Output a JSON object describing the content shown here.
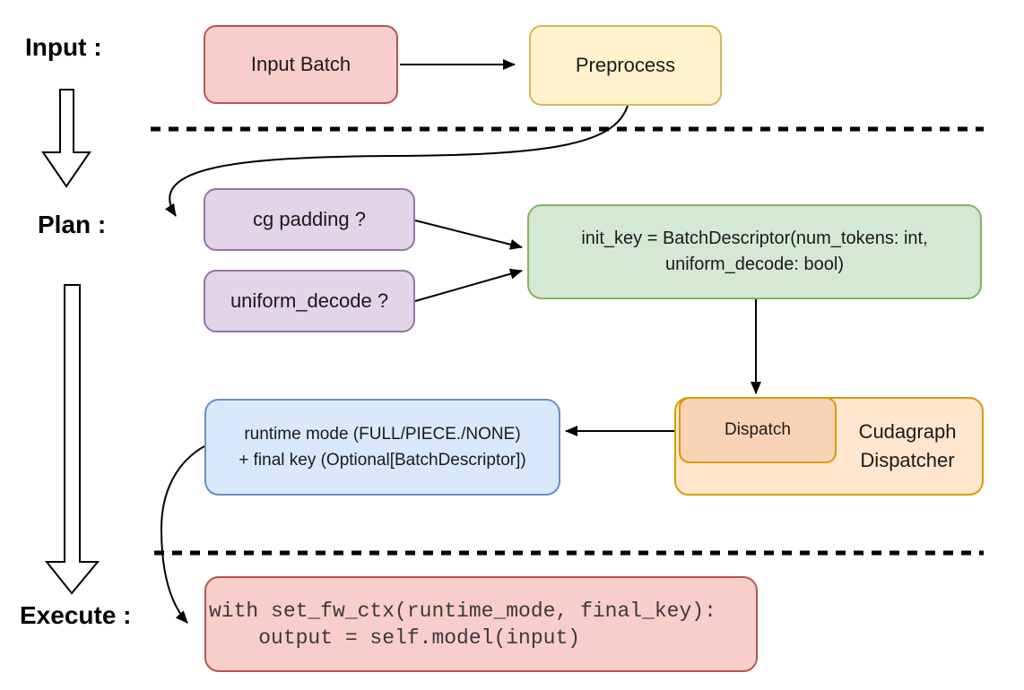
{
  "stage_labels": {
    "input": "Input :",
    "plan": "Plan :",
    "execute": "Execute :"
  },
  "nodes": {
    "input_batch": {
      "label": "Input Batch"
    },
    "preprocess": {
      "label": "Preprocess"
    },
    "cg_padding": {
      "label": "cg padding ?"
    },
    "uniform_decode": {
      "label": "uniform_decode ?"
    },
    "init_key": {
      "line1": "init_key = BatchDescriptor(num_tokens: int,",
      "line2": "uniform_decode: bool)"
    },
    "dispatch": {
      "label": "Dispatch"
    },
    "cudagraph_dispatcher": {
      "line1": "Cudagraph",
      "line2": "Dispatcher"
    },
    "runtime_mode_key": {
      "line1": "runtime mode (FULL/PIECE./NONE)",
      "line2": "+ final key (Optional[BatchDescriptor])"
    },
    "execute_code": {
      "line1": "with set_fw_ctx(runtime_mode, final_key):",
      "line2": "    output = self.model(input)"
    }
  },
  "edges": [
    {
      "from": "input_batch",
      "to": "preprocess"
    },
    {
      "from": "preprocess",
      "to": "cg_padding"
    },
    {
      "from": "cg_padding",
      "to": "init_key"
    },
    {
      "from": "uniform_decode",
      "to": "init_key"
    },
    {
      "from": "init_key",
      "to": "dispatch"
    },
    {
      "from": "dispatch",
      "to": "runtime_mode_key"
    },
    {
      "from": "runtime_mode_key",
      "to": "execute_code"
    }
  ],
  "colors": {
    "red_fill": "#f8cecc",
    "red_stroke": "#b85450",
    "yellow_fill": "#fff2cc",
    "yellow_stroke": "#d6b656",
    "purple_fill": "#e1d5e7",
    "purple_stroke": "#9673a6",
    "green_fill": "#d5e8d4",
    "green_stroke": "#82b366",
    "blue_fill": "#dae8fc",
    "blue_stroke": "#6c8ebf",
    "orange_fill": "#ffe6cc",
    "orange_stroke": "#d79b00",
    "dispatch_fill": "#f9d3b8",
    "connector": "#000000",
    "code_text": "#3a3a3a"
  }
}
